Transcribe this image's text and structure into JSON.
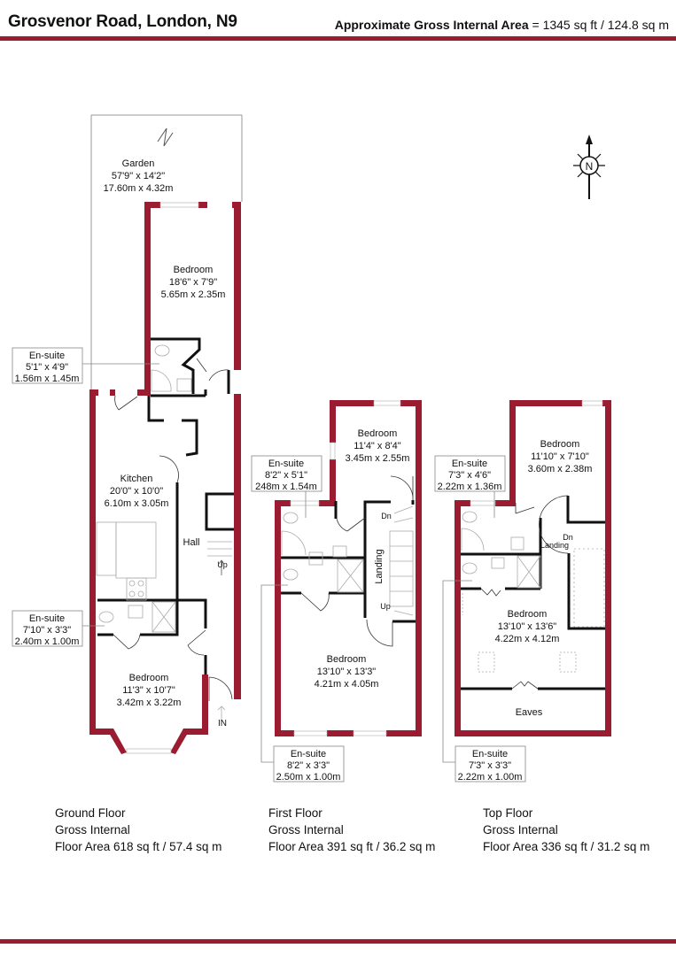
{
  "header": {
    "title": "Grosvenor Road, London, N9",
    "area_label": "Approximate Gross Internal Area",
    "area_value": "= 1345 sq ft / 124.8 sq m"
  },
  "colors": {
    "wall": "#9b1b30",
    "interior_wall": "#111111",
    "fixture": "#bbbbbb"
  },
  "compass": {
    "icon": "north-arrow-icon",
    "label": "N"
  },
  "ground_floor": {
    "rooms": [
      {
        "name": "Garden",
        "imperial": "57'9\" x 14'2\"",
        "metric": "17.60m x 4.32m"
      },
      {
        "name": "Bedroom",
        "imperial": "18'6\" x 7'9\"",
        "metric": "5.65m x 2.35m"
      },
      {
        "name": "Kitchen",
        "imperial": "20'0\" x 10'0\"",
        "metric": "6.10m x 3.05m"
      },
      {
        "name": "Bedroom",
        "imperial": "11'3\" x 10'7\"",
        "metric": "3.42m x 3.22m"
      }
    ],
    "callouts": [
      {
        "name": "En-suite",
        "imperial": "5'1\" x 4'9\"",
        "metric": "1.56m x 1.45m"
      },
      {
        "name": "En-suite",
        "imperial": "7'10\" x 3'3\"",
        "metric": "2.40m x 1.00m"
      }
    ],
    "hall": "Hall",
    "up": "Up",
    "in": "IN",
    "footer": [
      "Ground Floor",
      "Gross Internal",
      "Floor Area 618 sq ft / 57.4 sq m"
    ]
  },
  "first_floor": {
    "rooms": [
      {
        "name": "Bedroom",
        "imperial": "11'4\" x 8'4\"",
        "metric": "3.45m x 2.55m"
      },
      {
        "name": "Bedroom",
        "imperial": "13'10\" x 13'3\"",
        "metric": "4.21m x 4.05m"
      }
    ],
    "callouts": [
      {
        "name": "En-suite",
        "imperial": "8'2\" x 5'1\"",
        "metric": "248m x 1.54m"
      },
      {
        "name": "En-suite",
        "imperial": "8'2\" x 3'3\"",
        "metric": "2.50m x 1.00m"
      }
    ],
    "landing": "Landing",
    "dn": "Dn",
    "up": "Up",
    "footer": [
      "First Floor",
      "Gross Internal",
      "Floor Area 391 sq ft / 36.2 sq m"
    ]
  },
  "top_floor": {
    "rooms": [
      {
        "name": "Bedroom",
        "imperial": "11'10\" x 7'10\"",
        "metric": "3.60m x 2.38m"
      },
      {
        "name": "Bedroom",
        "imperial": "13'10\" x 13'6\"",
        "metric": "4.22m x 4.12m"
      },
      {
        "name": "Eaves"
      }
    ],
    "callouts": [
      {
        "name": "En-suite",
        "imperial": "7'3\" x 4'6\"",
        "metric": "2.22m x 1.36m"
      },
      {
        "name": "En-suite",
        "imperial": "7'3\" x 3'3\"",
        "metric": "2.22m x 1.00m"
      }
    ],
    "landing": "Landing",
    "dn": "Dn",
    "footer": [
      "Top Floor",
      "Gross Internal",
      "Floor Area 336 sq ft / 31.2 sq m"
    ]
  }
}
